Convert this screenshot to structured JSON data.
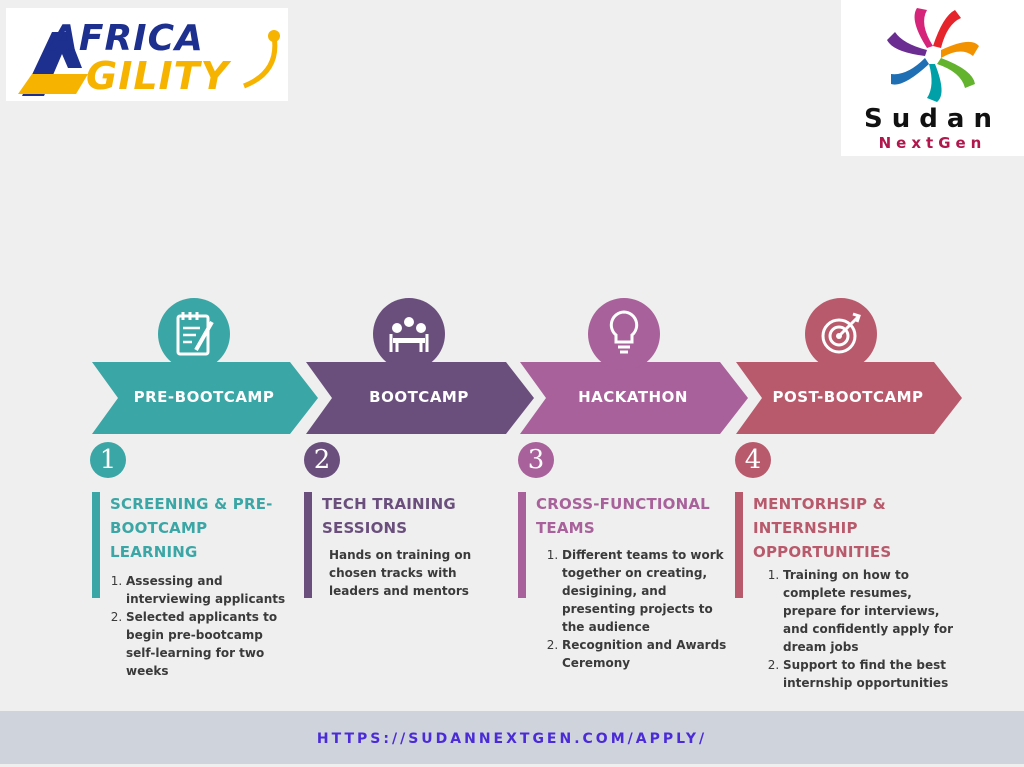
{
  "logos": {
    "africa_line1": "AFRICA",
    "africa_line2": "GILITY",
    "sudan_line1": "Sudan",
    "sudan_line2": "NextGen"
  },
  "colors": {
    "stage1": "#3aa6a5",
    "stage2": "#6a4f7d",
    "stage3": "#a8619a",
    "stage4": "#b85a6c"
  },
  "stages": [
    {
      "title": "PRE-BOOTCAMP",
      "icon": "notepad-icon",
      "number": "1",
      "heading": "SCREENING & PRE-BOOTCAMP LEARNING",
      "items": [
        "Assessing and interviewing applicants",
        "Selected applicants to begin pre-bootcamp self-learning for two weeks"
      ]
    },
    {
      "title": "BOOTCAMP",
      "icon": "meeting-icon",
      "number": "2",
      "heading": "TECH TRAINING SESSIONS",
      "text": "Hands on training on chosen tracks with leaders and mentors"
    },
    {
      "title": "HACKATHON",
      "icon": "lightbulb-icon",
      "number": "3",
      "heading": "CROSS-FUNCTIONAL TEAMS",
      "items": [
        "Different teams to work together on creating, desigining, and presenting projects to the audience",
        "Recognition and Awards Ceremony"
      ]
    },
    {
      "title": "POST-BOOTCAMP",
      "icon": "target-icon",
      "number": "4",
      "heading": "MENTORHSIP & INTERNSHIP OPPORTUNITIES",
      "items": [
        "Training on how to complete resumes, prepare for interviews, and confidently apply for dream jobs",
        "Support to find the best internship opportunities"
      ]
    }
  ],
  "footer": {
    "link": "HTTPS://SUDANNEXTGEN.COM/APPLY/"
  }
}
